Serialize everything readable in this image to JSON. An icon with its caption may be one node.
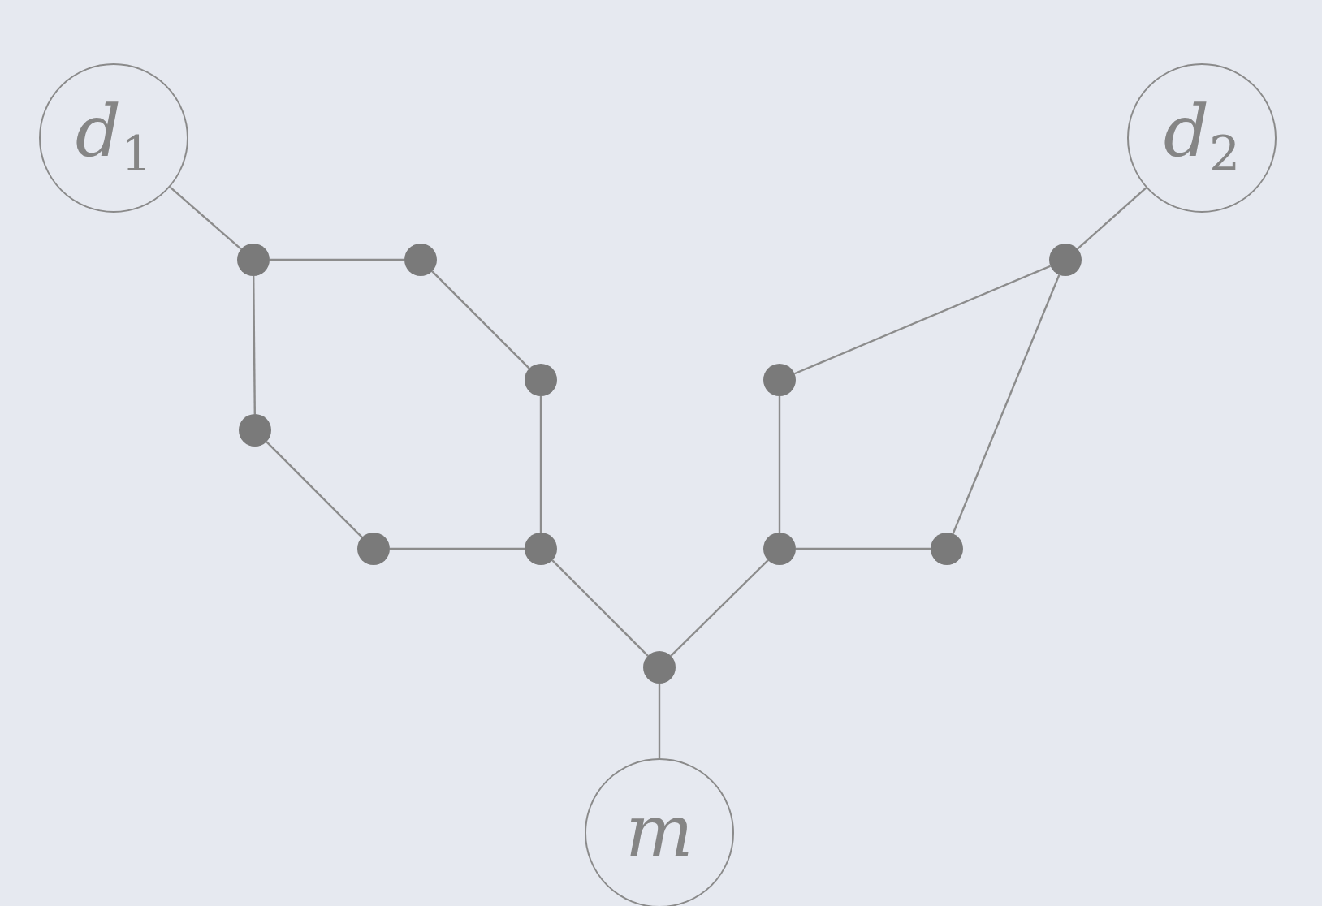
{
  "diagram": {
    "nodes": [
      {
        "text": [
          "d$_{1}$"
        ]
      },
      {
        "text": [
          "d$_{2}$"
        ]
      },
      {
        "text": [],
        "shape": "circle"
      },
      {
        "text": [],
        "shape": "circle"
      },
      {
        "text": [],
        "shape": "circle"
      },
      {
        "text": [],
        "shape": "circle"
      },
      {
        "text": [],
        "shape": "circle"
      },
      {
        "text": [],
        "shape": "circle"
      },
      {
        "text": [],
        "shape": "circle"
      },
      {
        "text": [],
        "shape": "circle"
      },
      {
        "text": [],
        "shape": "circle"
      },
      {
        "text": [],
        "shape": "circle"
      },
      {
        "text": [],
        "shape": "circle"
      },
      {
        "text": [
          "m"
        ]
      }
    ],
    "edges": [
      {
        "from": 0,
        "to": 2,
        "arrow": "none"
      },
      {
        "from": 2,
        "to": 3,
        "arrow": "none"
      },
      {
        "from": 3,
        "to": 5,
        "arrow": "none"
      },
      {
        "from": 5,
        "to": 9,
        "arrow": "none"
      },
      {
        "from": 2,
        "to": 7,
        "arrow": "none"
      },
      {
        "from": 7,
        "to": 8,
        "arrow": "none"
      },
      {
        "from": 8,
        "to": 9,
        "arrow": "none"
      },
      {
        "from": 9,
        "to": 12,
        "arrow": "none"
      },
      {
        "from": 12,
        "to": 13,
        "arrow": "none"
      },
      {
        "from": 12,
        "to": 10,
        "arrow": "none"
      },
      {
        "from": 10,
        "to": 6,
        "arrow": "none"
      },
      {
        "from": 6,
        "to": 4,
        "arrow": "none"
      },
      {
        "from": 4,
        "to": 1,
        "arrow": "none"
      },
      {
        "from": 4,
        "to": 11,
        "arrow": "none"
      },
      {
        "from": 11,
        "to": 10,
        "arrow": "none"
      }
    ]
  }
}
